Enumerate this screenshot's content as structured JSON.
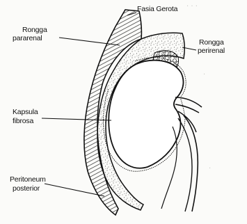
{
  "labels": {
    "fascia": "Fasia Gerota",
    "pararenal": [
      "Rongga",
      "pararenal"
    ],
    "perirenal": [
      "Rongga",
      "perirenal"
    ],
    "capsule": [
      "Kapsula",
      "fibrosa"
    ],
    "peritoneum": [
      "Peritoneum",
      "posterior"
    ]
  }
}
